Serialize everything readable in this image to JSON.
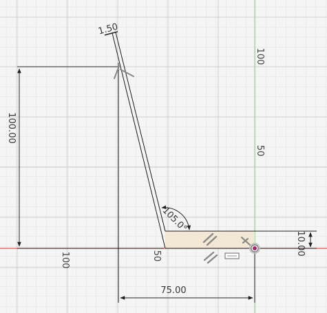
{
  "canvas": {
    "background": "#f5f5f5",
    "grid_color": "#d8d8d8",
    "x_axis_color": "#e04848",
    "y_axis_color": "#7ac57a",
    "sketch_line_color": "#1a1a1a",
    "fill_color": "#f3e5cf"
  },
  "dimensions": {
    "thickness": "1.50",
    "height": "100.00",
    "angle": "105.0°",
    "width": "75.00",
    "base": "10.00"
  },
  "grid_labels": {
    "y_100": "100",
    "y_50": "50",
    "x_100": "100",
    "x_50": "50"
  },
  "icons": {
    "coincident": "coincident-constraint-icon",
    "parallel_top": "parallel-constraint-icon",
    "parallel_bottom": "parallel-constraint-icon",
    "horizontal": "horizontal-constraint-icon",
    "fix": "fix-constraint-icon",
    "origin": "origin-point-icon"
  }
}
